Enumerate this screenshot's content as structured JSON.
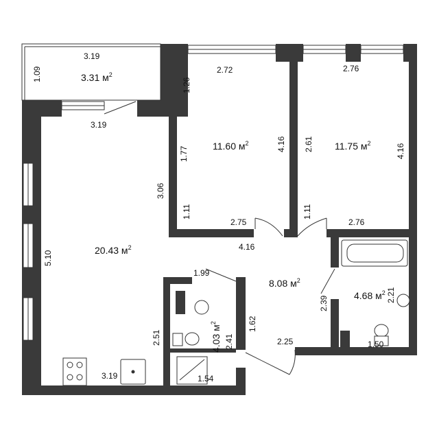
{
  "plan": {
    "colors": {
      "wall": "#3a3a3a",
      "background": "#ffffff",
      "line": "#333333"
    },
    "rooms": {
      "balcony": {
        "area": "3.31 м",
        "sup": "2"
      },
      "bedroom_left": {
        "area": "11.60 м",
        "sup": "2"
      },
      "bedroom_right": {
        "area": "11.75 м",
        "sup": "2"
      },
      "living": {
        "area": "20.43 м",
        "sup": "2"
      },
      "hall": {
        "area": "8.08 м",
        "sup": "2"
      },
      "bath": {
        "area": "4.68 м",
        "sup": "2"
      },
      "wc": {
        "area": "4.03 м",
        "sup": "2"
      }
    },
    "dims": {
      "balcony_top": "3.19",
      "balcony_side": "1.09",
      "balcony_bottom": "3.19",
      "bed1_top": "2.72",
      "bed1_left_a": "1.26",
      "bed1_left_b": "1.77",
      "bed1_left_c": "1.11",
      "bed1_right": "4.16",
      "bed1_bottom": "2.75",
      "bed2_top": "2.76",
      "bed2_left_a": "2.61",
      "bed2_left_b": "1.11",
      "bed2_right": "4.16",
      "bed2_bottom": "2.76",
      "corridor": "4.16",
      "living_right": "3.06",
      "living_left": "5.10",
      "living_bottom": "3.19",
      "wc_top": "1.99",
      "wc_left": "2.51",
      "wc_right": "2.41",
      "wc_bottom": "1.54",
      "hall_left": "1.62",
      "hall_bottom": "2.25",
      "hall_right": "2.39",
      "bath_right": "2.21",
      "bath_bottom": "1.50"
    }
  }
}
